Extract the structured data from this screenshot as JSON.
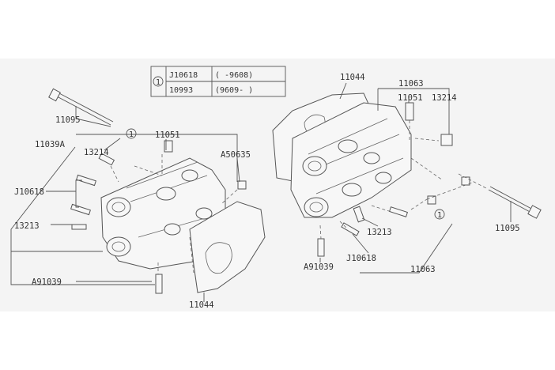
{
  "legend": {
    "marker": "1",
    "rows": [
      {
        "part": "J10618",
        "range": "(      -9608)"
      },
      {
        "part": "10993",
        "range": "(9609-     )"
      }
    ]
  },
  "callouts_left": {
    "p11095": "11095",
    "p11039a": "11039A",
    "p13214": "13214",
    "p11051": "11051",
    "p1": "1",
    "pa50635": "A50635",
    "pj10618": "J10618",
    "p13213": "13213",
    "pa91039": "A91039",
    "p11044": "11044"
  },
  "callouts_right": {
    "p11044": "11044",
    "p11063top": "11063",
    "p11051": "11051",
    "p13214": "13214",
    "p1": "1",
    "p11095": "11095",
    "p13213": "13213",
    "pa91039": "A91039",
    "pj10618": "J10618",
    "p11063bot": "11063"
  }
}
